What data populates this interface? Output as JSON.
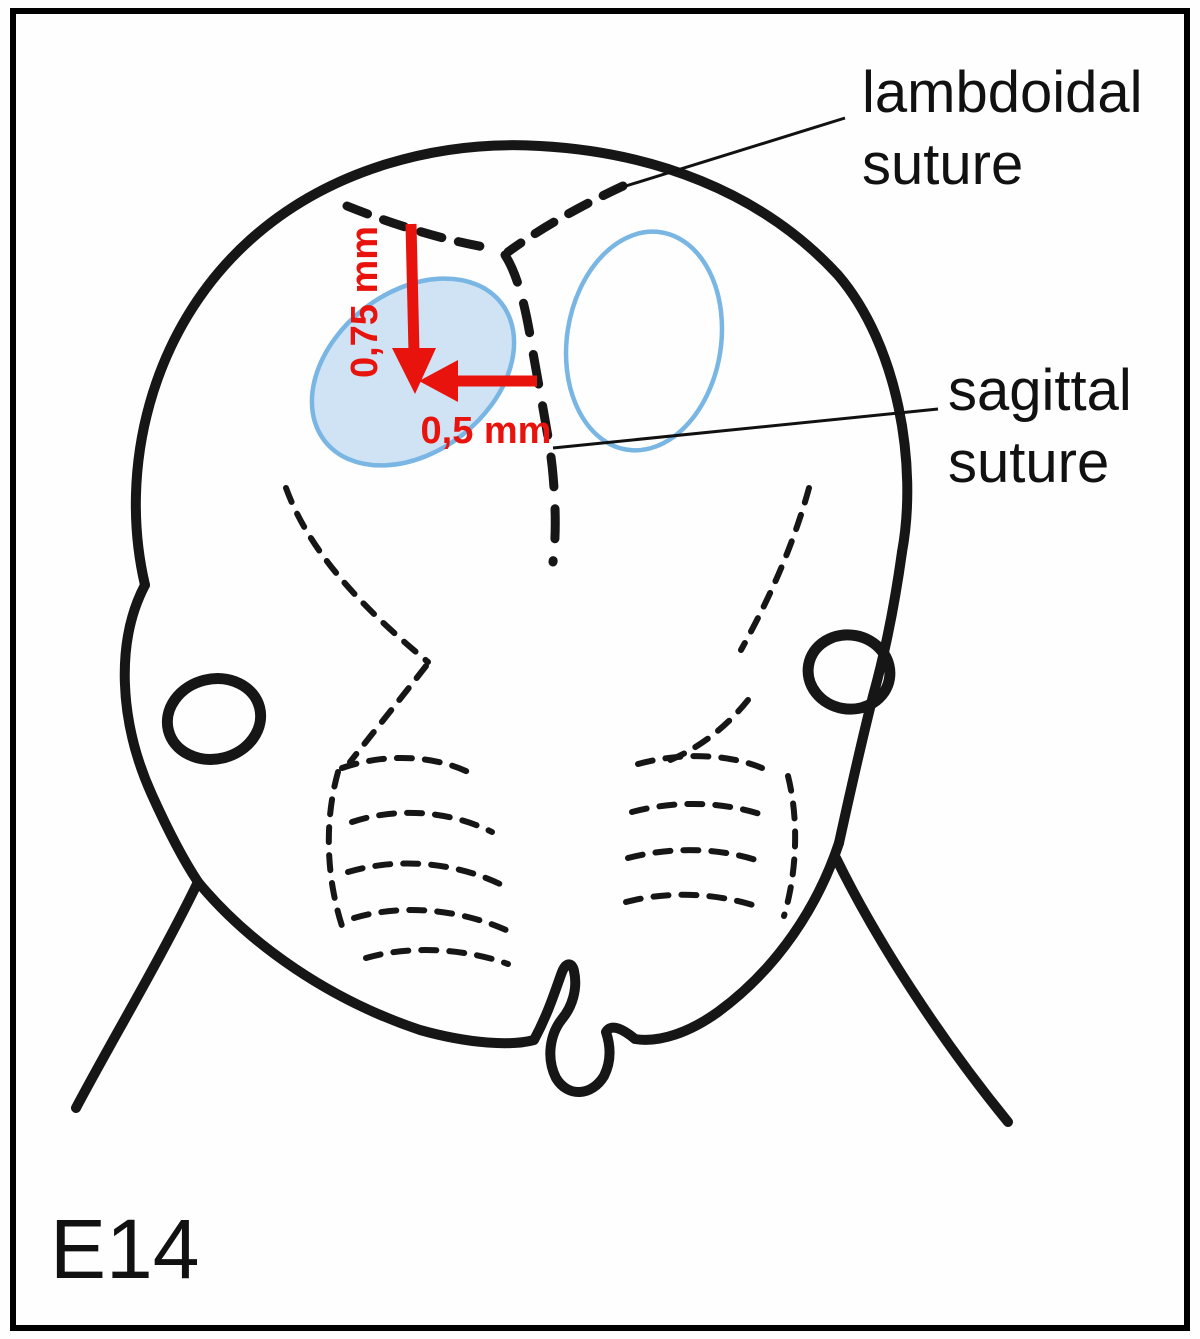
{
  "figure": {
    "stage_label": "E14",
    "labels": {
      "lambdoidal": {
        "line1": "lambdoidal",
        "line2": "suture"
      },
      "sagittal": {
        "line1": "sagittal",
        "line2": "suture"
      }
    },
    "measurements": {
      "vertical": "0,75 mm",
      "horizontal": "0,5 mm"
    },
    "colors": {
      "annotation_red": "#e8130c",
      "region_fill": "#cfe3f4",
      "region_stroke": "#79b6e3",
      "ink": "#161616"
    }
  }
}
